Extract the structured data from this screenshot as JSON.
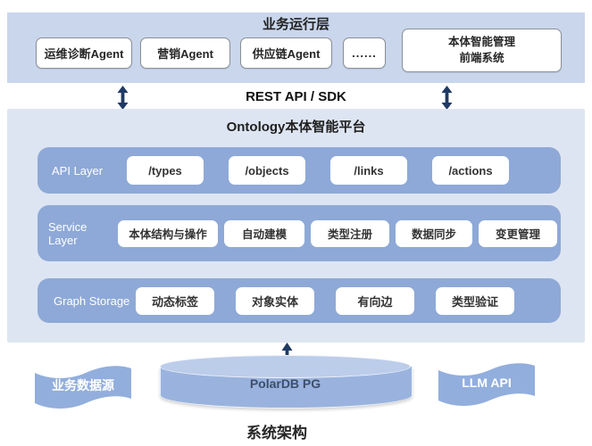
{
  "top_layer": {
    "title": "业务运行层",
    "agents": [
      "运维诊断Agent",
      "营销Agent",
      "供应链Agent",
      "......"
    ],
    "frontend": {
      "line1": "本体智能管理",
      "line2": "前端系统"
    }
  },
  "middleware": {
    "label": "REST API / SDK"
  },
  "platform": {
    "title": "Ontology本体智能平台",
    "layers": [
      {
        "label": "API Layer",
        "items": [
          "/types",
          "/objects",
          "/links",
          "/actions"
        ]
      },
      {
        "label": "Service Layer",
        "items": [
          "本体结构与操作",
          "自动建模",
          "类型注册",
          "数据同步",
          "变更管理"
        ]
      },
      {
        "label": "Graph Storage",
        "items": [
          "动态标签",
          "对象实体",
          "有向边",
          "类型验证"
        ]
      }
    ]
  },
  "bottom": {
    "data_source": "业务数据源",
    "database": "PolarDB PG",
    "llm_api": "LLM API"
  },
  "footer": {
    "title": "系统架构"
  },
  "colors": {
    "banner_bg": "#c9d6ec",
    "platform_bg": "#dee5f2",
    "layer_row_bg": "#8ea9d7",
    "chip_bg": "#ffffff",
    "arrow": "#1f3a64",
    "cylinder_body": "#9ab3de",
    "cylinder_top": "#bccdea",
    "flag_bg": "#92aedd",
    "text_dark": "#262626"
  }
}
